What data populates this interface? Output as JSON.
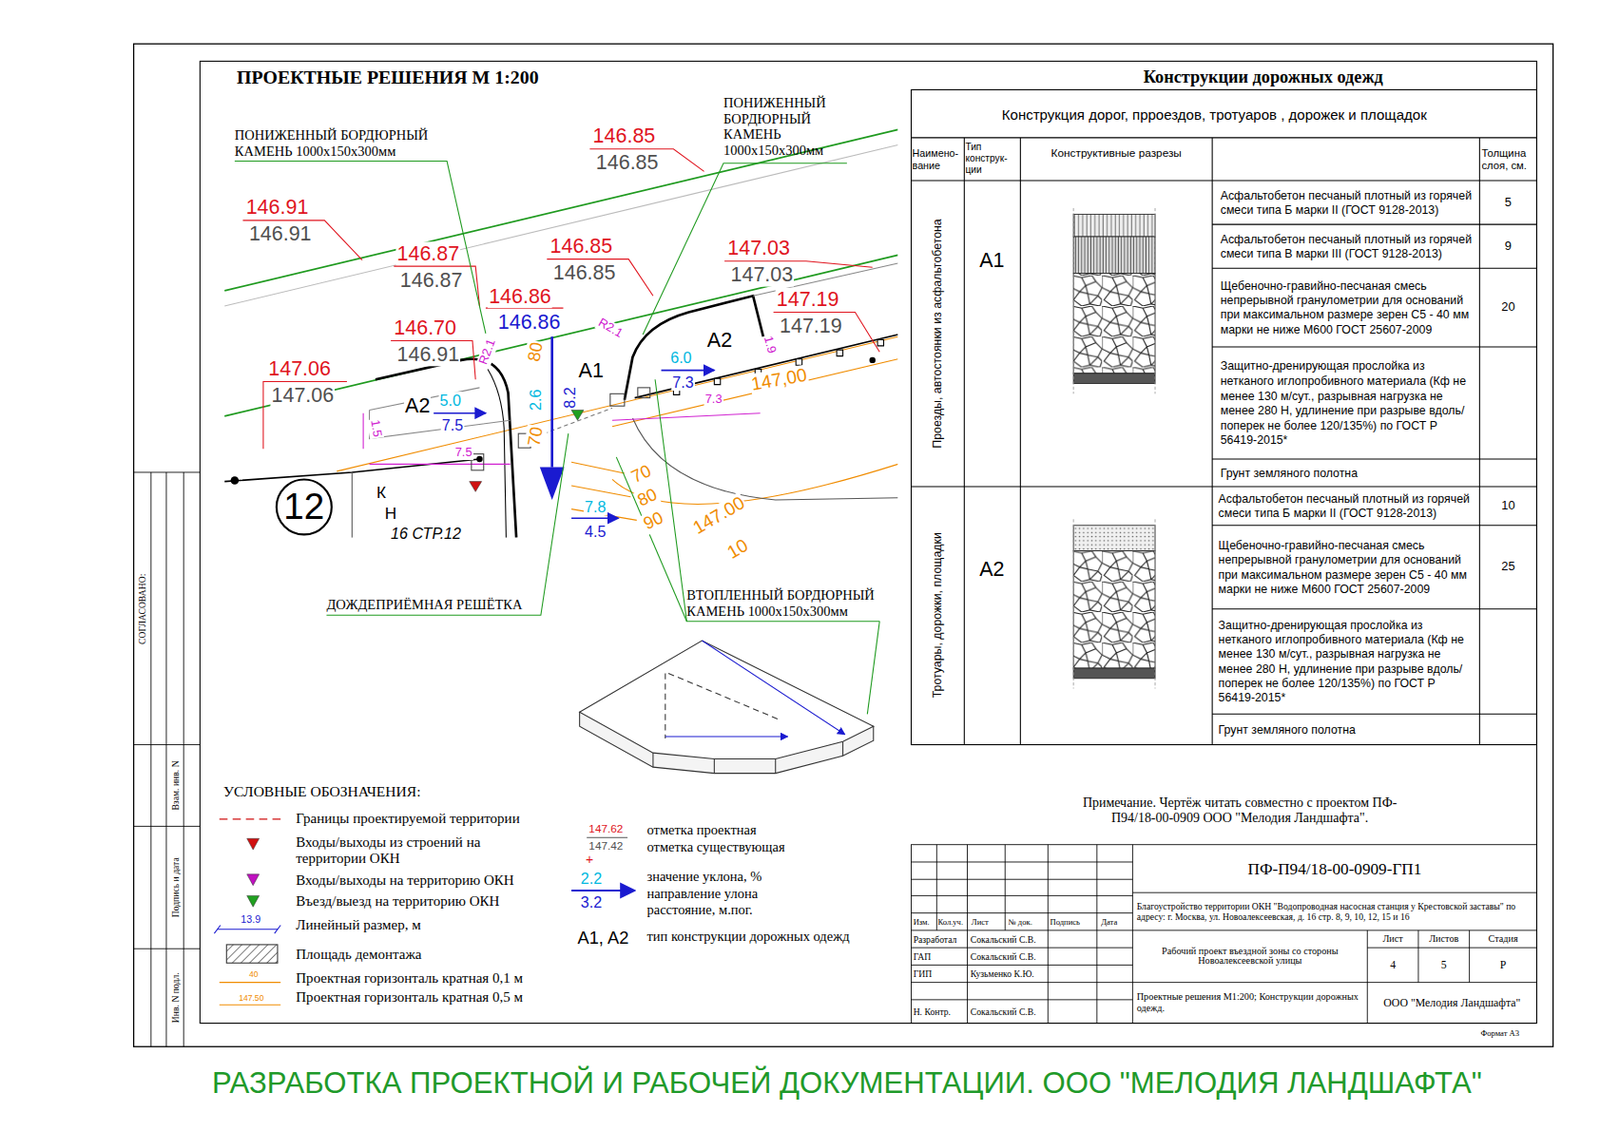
{
  "diagram": {
    "title": "ПРОЕКТНЫЕ РЕШЕНИЯ М 1:200",
    "caption": "РАЗРАБОТКА ПРОЕКТНОЙ И РАБОЧЕЙ ДОКУМЕНТАЦИИ. ООО \"МЕЛОДИЯ ЛАНДШАФТА\"",
    "nodes": [
      {
        "text": [
          "12"
        ]
      }
    ],
    "labels": [
      "ПОНИЖЕННЫЙ БОРДЮРНЫЙ КАМЕНЬ 1000х150х300мм",
      "ПОНИЖЕННЫЙ БОРДЮРНЫЙ КАМЕНЬ 1000х150х300мм",
      "ДОЖДЕПРИЁМНАЯ РЕШЁТКА",
      "ВТОПЛЕННЫЙ БОРДЮРНЫЙ КАМЕНЬ 1000х150х300мм",
      "146.91",
      "146.91",
      "146.85",
      "146.85",
      "146.87",
      "146.87",
      "146.85",
      "146.85",
      "146.86",
      "146.86",
      "147.03",
      "147.03",
      "147.19",
      "147.19",
      "146.70",
      "146.91",
      "147.06",
      "147.06",
      "R2.1",
      "R2.1",
      "A1",
      "A2",
      "A2",
      "5.0",
      "7.5",
      "6.0",
      "7.3",
      "7.3",
      "7.5",
      "1.5",
      "1.9",
      "2.6",
      "8.2",
      "7.8",
      "4.5",
      "147,00",
      "147.00",
      "10",
      "70",
      "80",
      "90",
      "80",
      "70",
      "К",
      "Н",
      "16 СТР.12",
      "УСЛОВНЫЕ ОБОЗНАЧЕНИЯ:",
      "13.9",
      "40",
      "147.50",
      "147.62",
      "147.42",
      "+",
      "2.2",
      "3.2",
      "A1, A2",
      "Примечание. Чертёж читать совместно с проектом ПФ-П94/18-00-0909 ООО \"Мелодия Ландшафта\".",
      "Конструкции дорожных одежд",
      "Конструкция дорог, прроездов, тротуаров , дорожек и площадок",
      "Наимено- вание",
      "Тип конструк- ции",
      "Конструктивные разрезы",
      "Толщина слоя, см.",
      "Проезды, автостоянки из асфальтобетона",
      "A1",
      "Асфальтобетон песчаный плотный из горячей смеси типа Б марки II (ГОСТ 9128-2013)",
      "5",
      "Асфальтобетон песчаный плотный из горячей смеси типа В марки III (ГОСТ 9128-2013)",
      "9",
      "Щебеночно-гравийно-песчаная смесь непрерывной гранулометрии для оснований при максимальном размере зерен С5 - 40 мм марки не ниже М600 ГОСТ 25607-2009",
      "20",
      "Защитно-дренирующая прослойка из нетканого иглопробивного материала (Кф не менее 130 м/сут., разрывная нагрузка не менее 280 Н, удлинение при разрыве вдоль/поперек не более 120/135%) по ГОСТ Р 56419-2015*",
      "Грунт земляного полотна",
      "Тротуары, дорожки, площадки",
      "A2",
      "Асфальтобетон песчаный плотный из горячей смеси типа Б марки II (ГОСТ 9128-2013)",
      "10",
      "Щебеночно-гравийно-песчаная смесь непрерывной гранулометрии для оснований при максимальном размере зерен С5 - 40 мм марки не ниже М600 ГОСТ 25607-2009",
      "25",
      "Защитно-дренирующая прослойка из нетканого иглопробивного материала (Кф не менее 130 м/сут., разрывная нагрузка не менее 280 Н, удлинение при разрыве вдоль/поперек не более 120/135%) по ГОСТ Р 56419-2015*",
      "Грунт земляного полотна",
      "ПФ-П94/18-00-0909-ГП1",
      "Благоустройство территории ОКН \"Водопроводная насосная станция у Крестовской заставы\" по адресу: г. Москва, ул. Новоалексеевская, д. 16 стр. 8, 9, 10, 12, 15 и 16",
      "Изм.",
      "Кол.уч.",
      "Лист",
      "№ док.",
      "Подпись",
      "Дата",
      "Разработал",
      "Сокальский С.В.",
      "ГАП",
      "Сокальский С.В.",
      "ГИП",
      "Кузьменко К.Ю.",
      "Н. Контр.",
      "Сокальский С.В.",
      "Рабочий проект въездной зоны со стороны Новоалексеевской улицы",
      "Лист",
      "Листов",
      "Стадия",
      "4",
      "5",
      "Р",
      "Проектные решения М1:200; Конструкции дорожных одежд.",
      "ООО \"Мелодия Ландшафта\"",
      "Формат А3",
      "СОГЛАСОВАНО:",
      "Взам. инв. N",
      "Подпись и дата",
      "Инв. N подл."
    ],
    "legend": [
      {
        "text": "Границы проектируемой территории"
      },
      {
        "text": "Входы/выходы из строений на территории ОКН",
        "color": "#d01010"
      },
      {
        "text": "Входы/выходы на территорию ОКН",
        "color": "#c010c0"
      },
      {
        "text": "Въезд/выезд на территорию ОКН",
        "color": "#20a020"
      },
      {
        "text": "Линейный размер, м"
      },
      {
        "text": "Площадь демонтажа"
      },
      {
        "text": "Проектная горизонталь кратная 0,1 м"
      },
      {
        "text": "Проектная горизонталь кратная 0,5 м"
      },
      {
        "text": "отметка проектная"
      },
      {
        "text": "отметка существующая"
      },
      {
        "text": "значение уклона, %"
      },
      {
        "text": "направление улона"
      },
      {
        "text": "расстояние, м.пог."
      },
      {
        "text": "тип конструкции дорожных одежд"
      }
    ]
  }
}
